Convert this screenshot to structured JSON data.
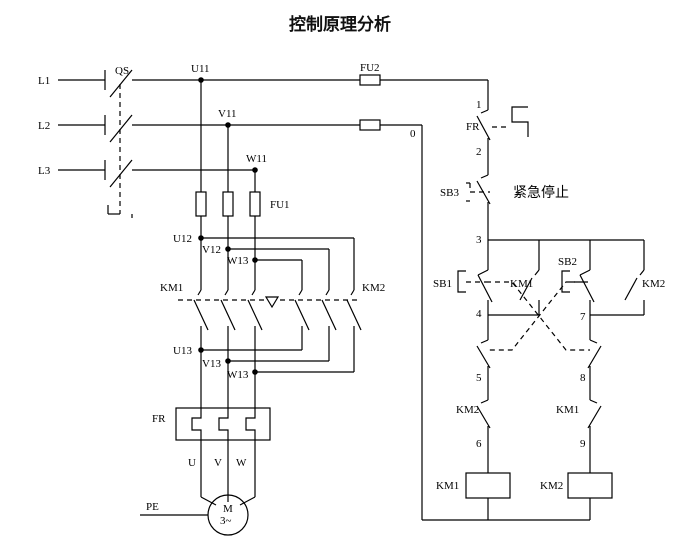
{
  "title": "控制原理分析",
  "labels": {
    "L1": "L1",
    "L2": "L2",
    "L3": "L3",
    "QS": "QS",
    "U11": "U11",
    "V11": "V11",
    "W11": "W11",
    "FU1": "FU1",
    "FU2": "FU2",
    "zero": "0",
    "U12": "U12",
    "V12": "V12",
    "W13a": "W13",
    "KM1": "KM1",
    "KM2": "KM2",
    "U13": "U13",
    "V13": "V13",
    "W13b": "W13",
    "FR": "FR",
    "U": "U",
    "V": "V",
    "W": "W",
    "PE": "PE",
    "M": "M",
    "M3": "3~",
    "n1": "1",
    "n2": "2",
    "n3": "3",
    "n4": "4",
    "n5": "5",
    "n6": "6",
    "n7": "7",
    "n8": "8",
    "n9": "9",
    "FRc": "FR",
    "SB3": "SB3",
    "estop": "紧急停止",
    "SB1": "SB1",
    "SB2": "SB2",
    "KM1h": "KM1",
    "KM2h": "KM2",
    "KM2i": "KM2",
    "KM1i": "KM1",
    "KM1coil": "KM1",
    "KM2coil": "KM2"
  }
}
